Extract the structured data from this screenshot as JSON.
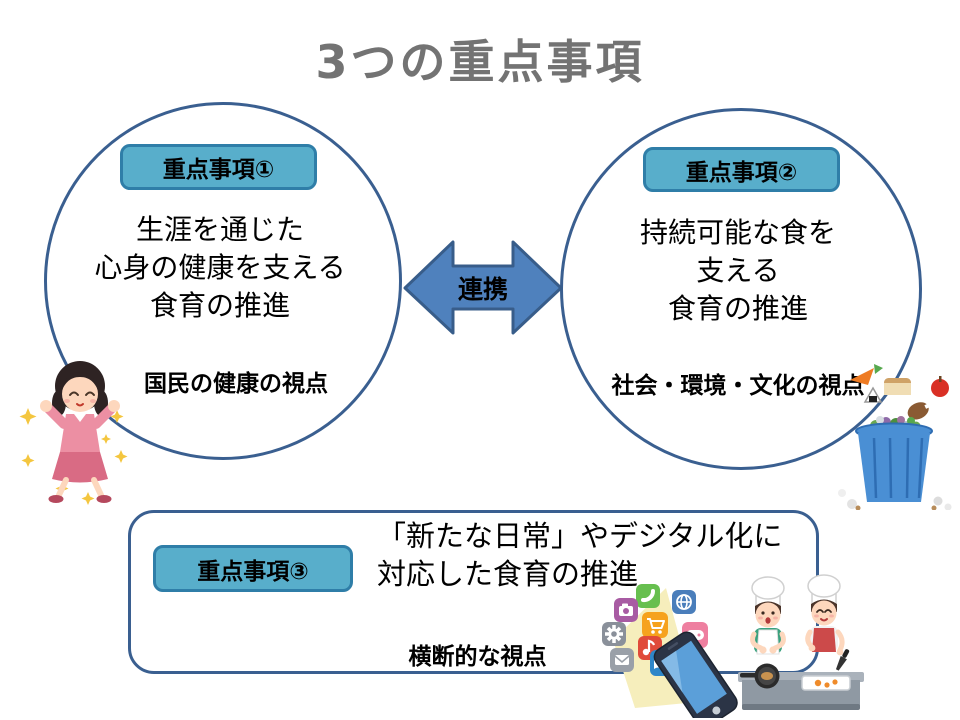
{
  "slide": {
    "title": "3つの重点事項"
  },
  "colors": {
    "title_text": "#737373",
    "shape_border": "#3a5f90",
    "badge_fill": "#58aecb",
    "badge_border": "#2f7ea8",
    "arrow_fill": "#4f81bd",
    "arrow_border": "#385d8a",
    "body_text": "#000000"
  },
  "connector": {
    "label": "連携"
  },
  "item1": {
    "badge": "重点事項①",
    "lines": [
      "生涯を通じた",
      "心身の健康を支える",
      "食育の推進"
    ],
    "viewpoint": "国民の健康の視点",
    "illustration": "healthy-woman-icon"
  },
  "item2": {
    "badge": "重点事項②",
    "lines": [
      "持続可能な食を",
      "支える",
      "食育の推進"
    ],
    "viewpoint": "社会・環境・文化の視点",
    "illustration": "food-waste-trash-can-icon"
  },
  "item3": {
    "badge": "重点事項③",
    "lines": [
      "「新たな日常」やデジタル化に",
      "対応した食育の推進"
    ],
    "viewpoint": "横断的な視点",
    "illustrations": [
      "smartphone-apps-icon",
      "cooking-chefs-icon"
    ]
  }
}
